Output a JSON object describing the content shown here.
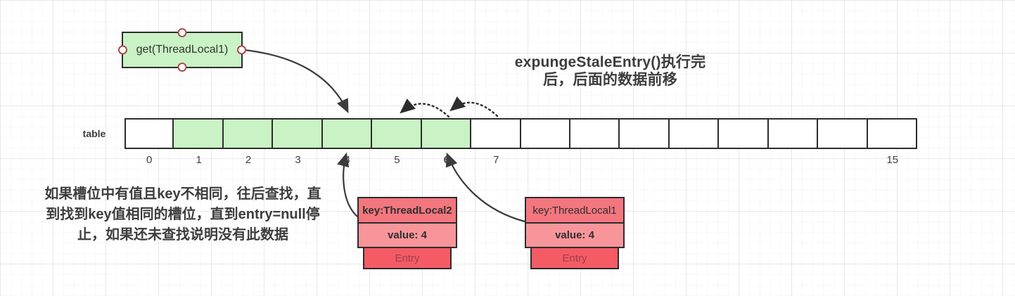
{
  "diagram": {
    "get_box": {
      "label": "get(ThreadLocal1)"
    },
    "title": {
      "line1": "expungeStaleEntry()执行完",
      "line2": "后，后面的数据前移"
    },
    "note": {
      "line1": "如果槽位中有值且key不相同，往后查找，直",
      "line2": "到找到key值相同的槽位，直到entry=null停",
      "line3": "止，如果还未查找说明没有此数据"
    },
    "table": {
      "label": "table",
      "index_labels": [
        "0",
        "1",
        "2",
        "3",
        "4",
        "5",
        "6",
        "7",
        "",
        "",
        "",
        "",
        "",
        "",
        "",
        "15"
      ],
      "green_indices": [
        1,
        2,
        3,
        4,
        5,
        6
      ],
      "bold_label_indices": [
        6
      ]
    },
    "entries": [
      {
        "key": "key:ThreadLocal2",
        "value": "value: 4",
        "type_label": "Entry"
      },
      {
        "key": "key:ThreadLocal1",
        "value": "value: 4",
        "type_label": "Entry"
      }
    ],
    "colors": {
      "green_fill": "#c9f3c4",
      "key_row_fill": "#f4767e",
      "value_row_fill": "#f8959b",
      "entry_row_fill": "#f45b65",
      "stroke": "#2d2d2d",
      "handle_ring": "#b04a50",
      "arrow": "#3b3b3b"
    }
  }
}
